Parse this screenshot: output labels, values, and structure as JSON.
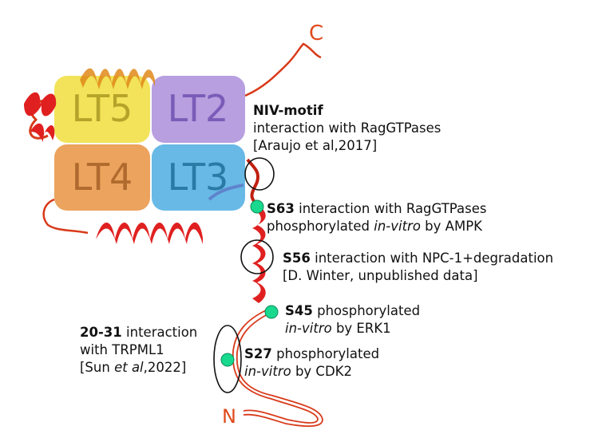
{
  "terminals": {
    "c": "C",
    "n": "N"
  },
  "domains": [
    {
      "id": "lt5",
      "label": "LT5",
      "fill": "#f2e35a",
      "text": "#b5a42a"
    },
    {
      "id": "lt2",
      "label": "LT2",
      "fill": "#b79fe0",
      "text": "#7a5cb8"
    },
    {
      "id": "lt4",
      "label": "LT4",
      "fill": "#eca35e",
      "text": "#b06a2e"
    },
    {
      "id": "lt3",
      "label": "LT3",
      "fill": "#68b9e6",
      "text": "#2a7aa6"
    }
  ],
  "colors": {
    "helix": "#e02020",
    "helix_dark": "#a81010",
    "coil": "#d83a1a",
    "site_marker": "#19d98f",
    "terminal_text": "#e04a1c"
  },
  "annotations": {
    "niv": {
      "bold": "NIV-motif",
      "line2": "interaction with RagGTPases",
      "line3": "[Araujo et al,2017]"
    },
    "s63": {
      "bold": "S63",
      "line1": " interaction with RagGTPases",
      "line2_a": "phosphorylated ",
      "line2_i": "in-vitro",
      "line2_b": " by AMPK"
    },
    "s56": {
      "bold": "S56",
      "line1": " interaction with NPC-1+degradation",
      "line2": "[D. Winter, unpublished data]"
    },
    "s45": {
      "bold": "S45",
      "line1": " phosphorylated",
      "line2_i": "in-vitro",
      "line2_b": " by ERK1"
    },
    "trpml": {
      "bold": "20-31",
      "line1": " interaction",
      "line2": "with TRPML1",
      "line3_a": "[Sun ",
      "line3_i": "et al",
      "line3_b": ",2022]"
    },
    "s27": {
      "bold": "S27",
      "line1": " phosphorylated",
      "line2_i": "in-vitro",
      "line2_b": " by CDK2"
    }
  }
}
